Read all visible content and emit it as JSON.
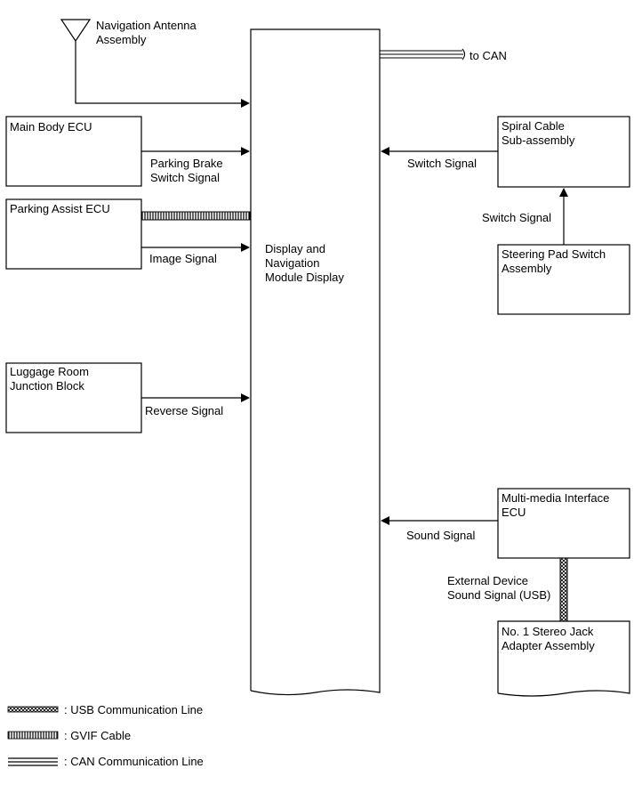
{
  "nodes": {
    "antenna": "Navigation Antenna\nAssembly",
    "main_body_ecu": "Main Body ECU",
    "parking_assist_ecu": "Parking Assist ECU",
    "luggage_room": "Luggage Room\nJunction Block",
    "display_module": "Display and\nNavigation\nModule Display",
    "spiral_cable": "Spiral Cable\nSub-assembly",
    "steering_pad": "Steering Pad Switch\nAssembly",
    "multimedia_ecu": "Multi-media Interface\nECU",
    "stereo_jack": "No. 1 Stereo Jack\nAdapter Assembly"
  },
  "signals": {
    "to_can": "to CAN",
    "parking_brake": "Parking Brake\nSwitch Signal",
    "image": "Image Signal",
    "reverse": "Reverse Signal",
    "switch_spiral": "Switch Signal",
    "switch_steering": "Switch Signal",
    "sound": "Sound Signal",
    "external_sound": "External Device\nSound Signal (USB)"
  },
  "legend": {
    "usb": ": USB Communication Line",
    "gvif": ": GVIF Cable",
    "can": ": CAN Communication Line"
  }
}
